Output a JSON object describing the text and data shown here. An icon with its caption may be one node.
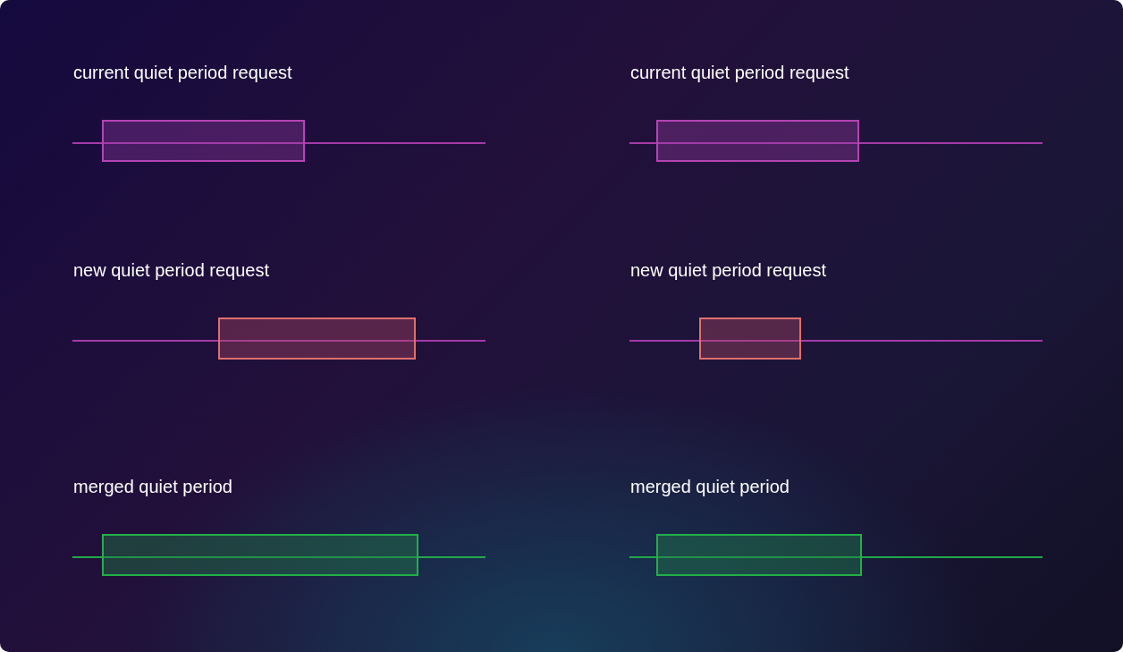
{
  "diagram": {
    "labels": [
      "current quiet period request",
      "current quiet period request",
      "new quiet period request",
      "new quiet period request",
      "merged quiet period",
      "merged quiet period"
    ]
  }
}
